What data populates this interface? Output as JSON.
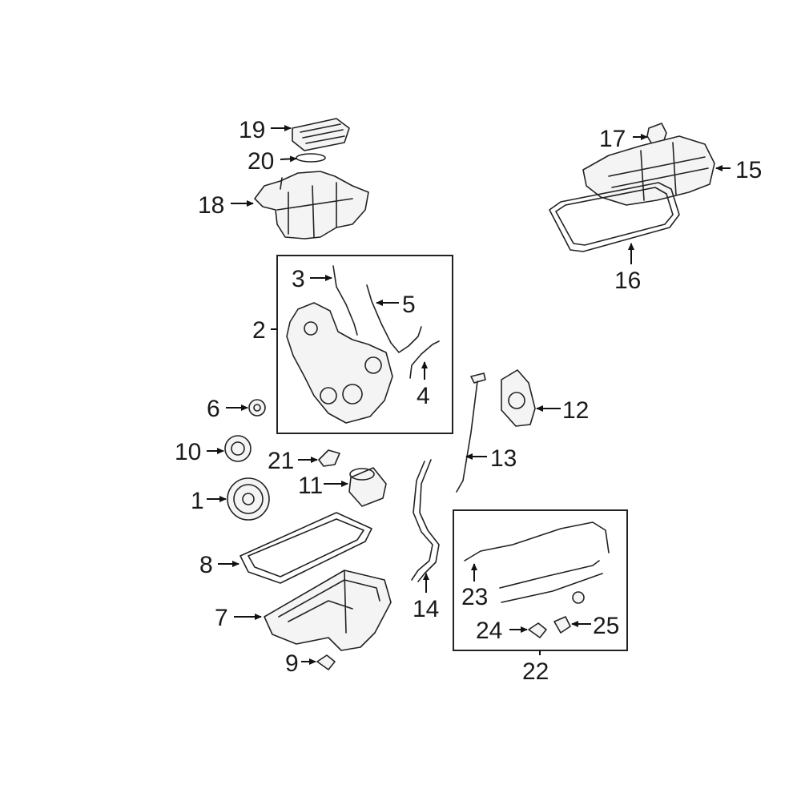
{
  "callouts": [
    {
      "id": "c1",
      "label": "1"
    },
    {
      "id": "c2",
      "label": "2"
    },
    {
      "id": "c3",
      "label": "3"
    },
    {
      "id": "c4",
      "label": "4"
    },
    {
      "id": "c5",
      "label": "5"
    },
    {
      "id": "c6",
      "label": "6"
    },
    {
      "id": "c7",
      "label": "7"
    },
    {
      "id": "c8",
      "label": "8"
    },
    {
      "id": "c9",
      "label": "9"
    },
    {
      "id": "c10",
      "label": "10"
    },
    {
      "id": "c11",
      "label": "11"
    },
    {
      "id": "c12",
      "label": "12"
    },
    {
      "id": "c13",
      "label": "13"
    },
    {
      "id": "c14",
      "label": "14"
    },
    {
      "id": "c15",
      "label": "15"
    },
    {
      "id": "c16",
      "label": "16"
    },
    {
      "id": "c17",
      "label": "17"
    },
    {
      "id": "c18",
      "label": "18"
    },
    {
      "id": "c19",
      "label": "19"
    },
    {
      "id": "c20",
      "label": "20"
    },
    {
      "id": "c21",
      "label": "21"
    },
    {
      "id": "c22",
      "label": "22"
    },
    {
      "id": "c23",
      "label": "23"
    },
    {
      "id": "c24",
      "label": "24"
    },
    {
      "id": "c25",
      "label": "25"
    }
  ]
}
